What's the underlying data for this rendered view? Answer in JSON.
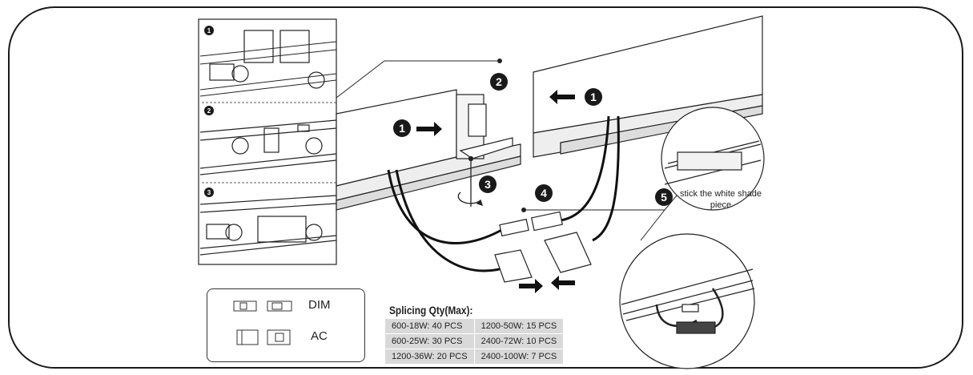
{
  "step_numbers": [
    "1",
    "2",
    "3",
    "4",
    "5"
  ],
  "inset_steps": [
    "1",
    "2",
    "3"
  ],
  "note_text": "stick the white shade piece",
  "legend": {
    "dim_label": "DIM",
    "ac_label": "AC"
  },
  "splicing": {
    "title": "Splicing Qty(Max):",
    "rows": [
      [
        "600-18W:  40 PCS",
        "1200-50W: 15 PCS"
      ],
      [
        "600-25W:  30 PCS",
        "2400-72W: 10 PCS"
      ],
      [
        "1200-36W: 20 PCS",
        "2400-100W: 7 PCS"
      ]
    ]
  },
  "icons": [
    "arrow-right-icon",
    "arrow-left-icon",
    "rotate-screw-icon",
    "connector-icon"
  ],
  "colors": {
    "line": "#1a1a1a",
    "table_bg": "#d9d9d9"
  }
}
